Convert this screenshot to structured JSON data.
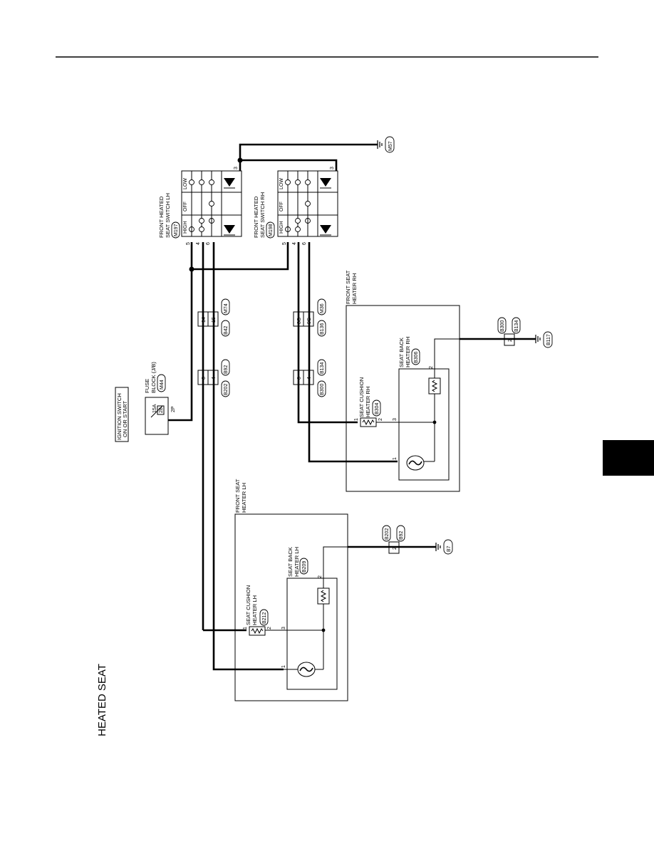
{
  "page": {
    "title": "HEATED SEAT",
    "tab_color": "#000000"
  },
  "ignition": {
    "line1": "IGNITION SWITCH",
    "line2": "ON OR START"
  },
  "fuse": {
    "line1": "FUSE",
    "line2": "BLOCK (J/B)",
    "connector": "M44",
    "amp": "15A",
    "number": "28",
    "pin": "2P"
  },
  "switch_lh": {
    "line1": "FRONT HEATED",
    "line2": "SEAT SWITCH LH",
    "connector": "M197",
    "pins": [
      "5",
      "4",
      "6",
      "3"
    ],
    "positions": [
      "HIGH",
      "OFF",
      "LOW"
    ]
  },
  "switch_rh": {
    "line1": "FRONT HEATED",
    "line2": "SEAT SWITCH RH",
    "connector": "M198",
    "pins": [
      "5",
      "4",
      "6",
      "3"
    ],
    "positions": [
      "HIGH",
      "OFF",
      "LOW"
    ]
  },
  "ground_top": "M57",
  "joint_upper_left": {
    "pins": [
      "14",
      "15"
    ],
    "connectors": [
      "M74",
      "B42"
    ]
  },
  "joint_lower_left": {
    "pins": [
      "6",
      "4"
    ],
    "connectors": [
      "B92",
      "B202"
    ]
  },
  "joint_upper_right": {
    "pins": [
      "8G",
      "9G"
    ],
    "connectors": [
      "M36",
      "B136"
    ]
  },
  "joint_lower_right": {
    "pins": [
      "6",
      "4"
    ],
    "connectors": [
      "B134",
      "B300"
    ]
  },
  "heater_rh": {
    "line1": "FRONT SEAT",
    "line2": "HEATER RH",
    "cushion": {
      "line1": "SEAT CUSHION",
      "line2": "HEATER RH",
      "connector": "B304",
      "pins": [
        "1",
        "2",
        "3",
        "1"
      ]
    },
    "back": {
      "line1": "SEAT BACK",
      "line2": "HEATER RH",
      "connector": "B306",
      "pin": "2"
    },
    "ground_joint": {
      "pin": "2",
      "connectors": [
        "B300",
        "B134"
      ]
    },
    "ground": "B117"
  },
  "heater_lh": {
    "line1": "FRONT SEAT",
    "line2": "HEATER LH",
    "cushion": {
      "line1": "SEAT CUSHION",
      "line2": "HEATER LH",
      "connector": "B212",
      "pins": [
        "1",
        "2",
        "3",
        "1"
      ]
    },
    "back": {
      "line1": "SEAT BACK",
      "line2": "HEATER LH",
      "connector": "B209",
      "pin": "2"
    },
    "ground_joint": {
      "pin": "2",
      "connectors": [
        "B202",
        "B92"
      ]
    },
    "ground": "B7"
  }
}
